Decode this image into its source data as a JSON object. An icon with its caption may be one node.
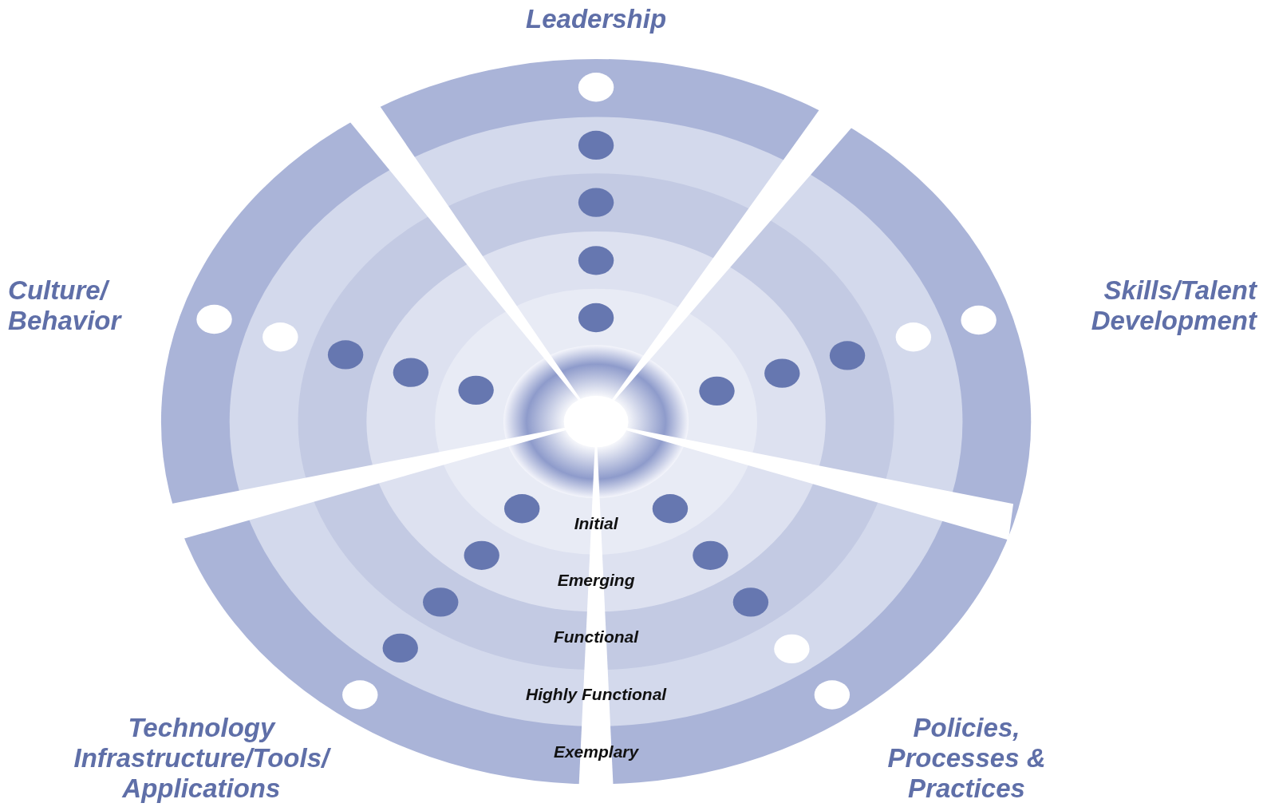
{
  "diagram": {
    "labels": [
      "Leadership",
      "Culture/ Behavior",
      "Skills/Talent Development",
      "Initial",
      "Emerging",
      "Functional",
      "Highly Functional",
      "Exemplary",
      "Technology Infrastructure/Tools/ Applications",
      "Policies, Processes & Practices"
    ]
  }
}
